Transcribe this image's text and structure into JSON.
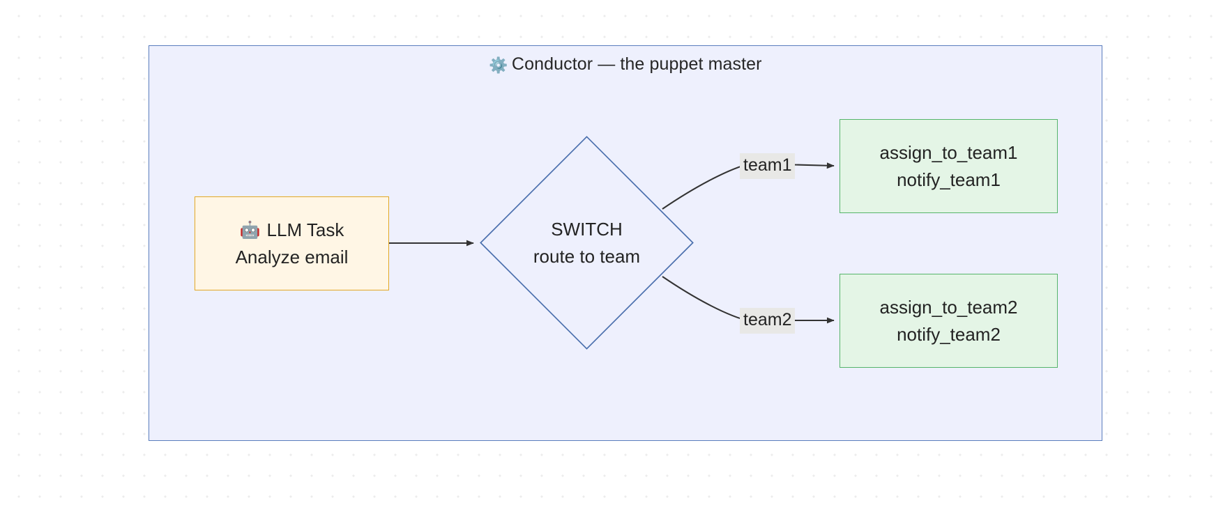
{
  "canvas": {
    "background": "#ffffff",
    "dot_color": "#ececec"
  },
  "subgraph": {
    "title": "Conductor — the puppet master",
    "gear_icon": "⚙️",
    "fill": "#eef0fd",
    "stroke": "#5a7dbd"
  },
  "nodes": {
    "llm_task": {
      "robot_icon": "🤖",
      "line1": "LLM Task",
      "line2": "Analyze email",
      "fill": "#fff6e5",
      "stroke": "#e3a824"
    },
    "switch": {
      "line1": "SWITCH",
      "line2": "route to team",
      "fill": "#eef0fd",
      "stroke": "#4a6fad"
    },
    "team1_actions": {
      "line1": "assign_to_team1",
      "line2": "notify_team1",
      "fill": "#e4f5e6",
      "stroke": "#55b46a"
    },
    "team2_actions": {
      "line1": "assign_to_team2",
      "line2": "notify_team2",
      "fill": "#e4f5e6",
      "stroke": "#55b46a"
    }
  },
  "edges": [
    {
      "from": "llm_task",
      "to": "switch",
      "label": ""
    },
    {
      "from": "switch",
      "to": "team1_actions",
      "label": "team1"
    },
    {
      "from": "switch",
      "to": "team2_actions",
      "label": "team2"
    }
  ],
  "edge_labels": {
    "team1": "team1",
    "team2": "team2"
  }
}
